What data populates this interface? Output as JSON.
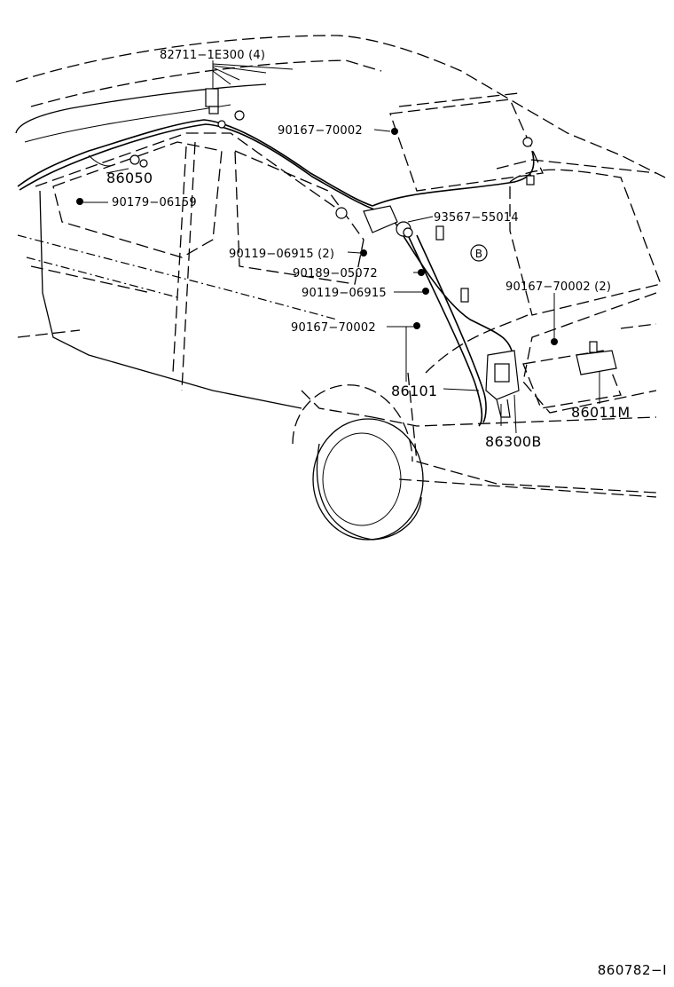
{
  "labels": {
    "p_82711": "82711−1E300 (4)",
    "p_90167_top": "90167−70002",
    "p_86050": "86050",
    "p_90179": "90179−06159",
    "p_93567": "93567−55014",
    "p_callout_b": "B",
    "p_90119_2": "90119−06915 (2)",
    "p_90189": "90189−05072",
    "p_90119": "90119−06915",
    "p_90167_mid": "90167−70002",
    "p_90167_2": "90167−70002 (2)",
    "p_86101": "86101",
    "p_86011m": "86011M",
    "p_86300b": "86300B"
  },
  "footer": {
    "diagram_code": "860782−I"
  }
}
